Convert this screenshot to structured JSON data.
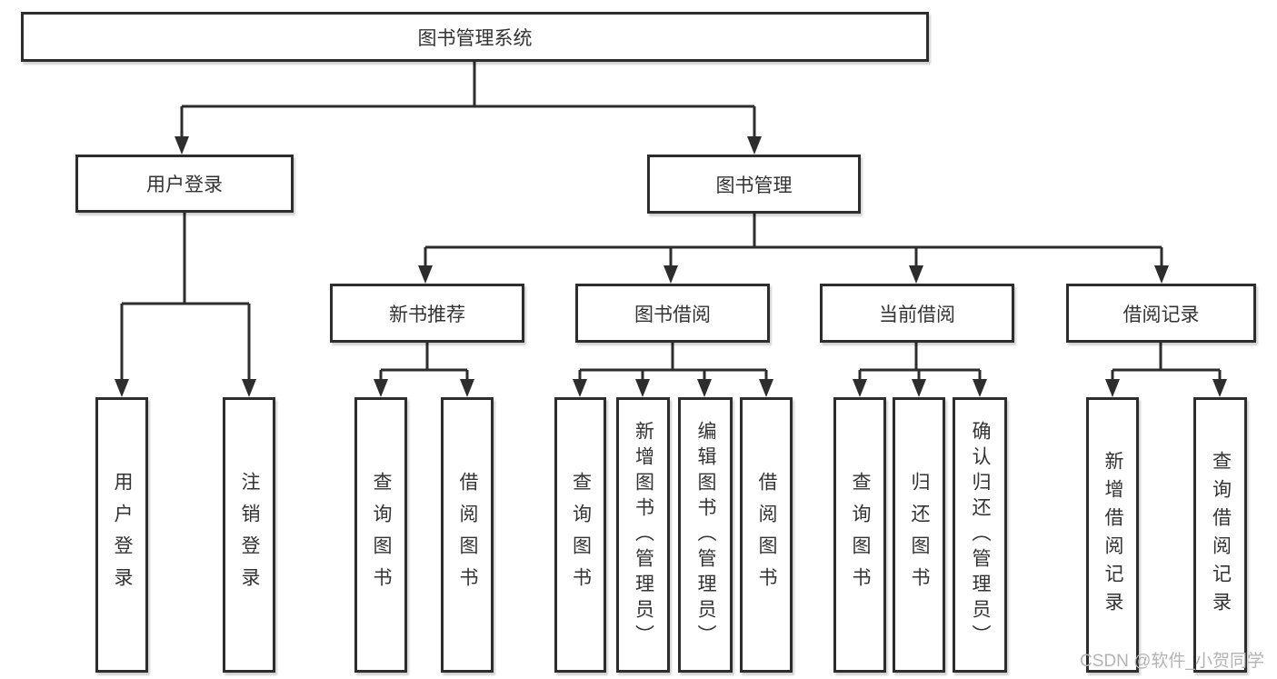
{
  "diagram_title": "图书管理系统",
  "watermark": "CSDN @软件_小贺同学",
  "colors": {
    "line": "#2d2d2d",
    "box_border": "#2d2d2d",
    "text": "#333333",
    "watermark": "#b3b3b3",
    "background": "#ffffff"
  },
  "tree": {
    "label": "图书管理系统",
    "children": [
      {
        "label": "用户登录",
        "children": [
          {
            "label": "用户登录"
          },
          {
            "label": "注销登录"
          }
        ]
      },
      {
        "label": "图书管理",
        "children": [
          {
            "label": "新书推荐",
            "children": [
              {
                "label": "查询图书"
              },
              {
                "label": "借阅图书"
              }
            ]
          },
          {
            "label": "图书借阅",
            "children": [
              {
                "label": "查询图书"
              },
              {
                "label": "新增图书（管理员）"
              },
              {
                "label": "编辑图书（管理员）"
              },
              {
                "label": "借阅图书"
              }
            ]
          },
          {
            "label": "当前借阅",
            "children": [
              {
                "label": "查询图书"
              },
              {
                "label": "归还图书"
              },
              {
                "label": "确认归还（管理员）"
              }
            ]
          },
          {
            "label": "借阅记录",
            "children": [
              {
                "label": "新增借阅记录"
              },
              {
                "label": "查询借阅记录"
              }
            ]
          }
        ]
      }
    ]
  }
}
